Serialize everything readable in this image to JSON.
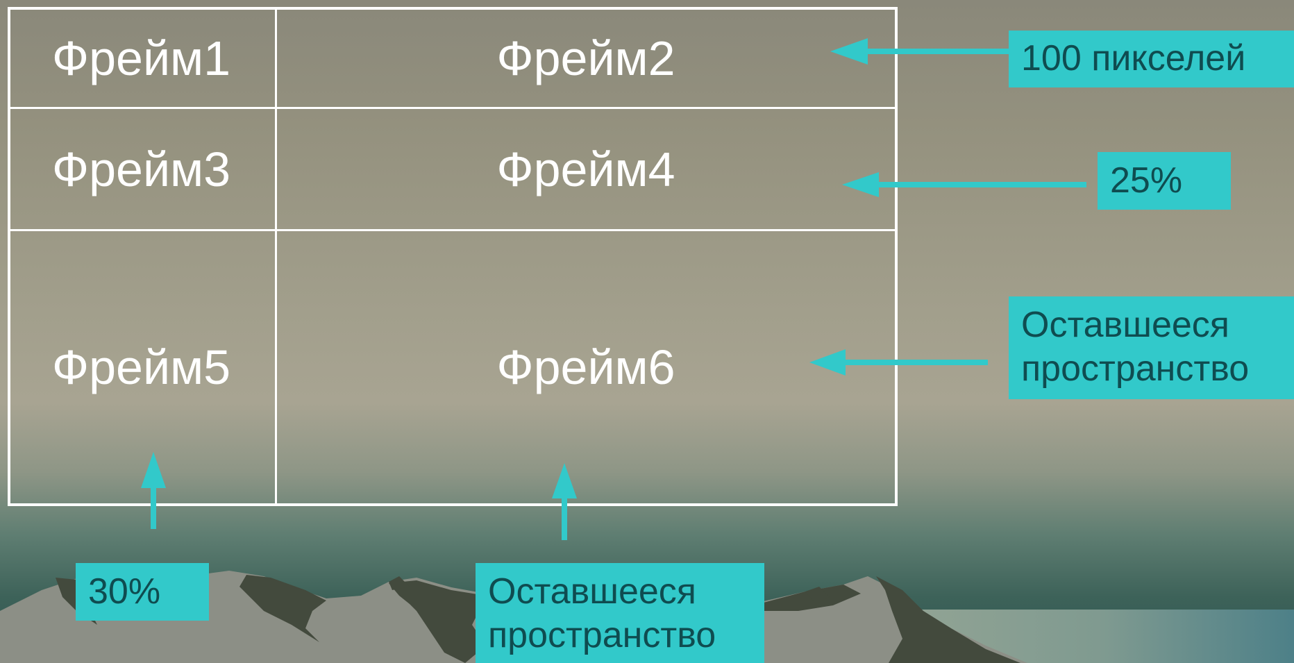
{
  "frames": {
    "frame1": "Фрейм1",
    "frame2": "Фрейм2",
    "frame3": "Фрейм3",
    "frame4": "Фрейм4",
    "frame5": "Фрейм5",
    "frame6": "Фрейм6"
  },
  "labels": {
    "row1_height": "100 пикселей",
    "row2_height": "25%",
    "row3_height_line1": "Оставшееся",
    "row3_height_line2": "пространство",
    "col1_width": "30%",
    "col2_width_line1": "Оставшееся",
    "col2_width_line2": "пространство"
  },
  "colors": {
    "label_background": "#32c9ca",
    "label_text": "#0f4c50",
    "arrow": "#32c9ca",
    "frame_border": "#ffffff",
    "frame_text": "#ffffff"
  }
}
